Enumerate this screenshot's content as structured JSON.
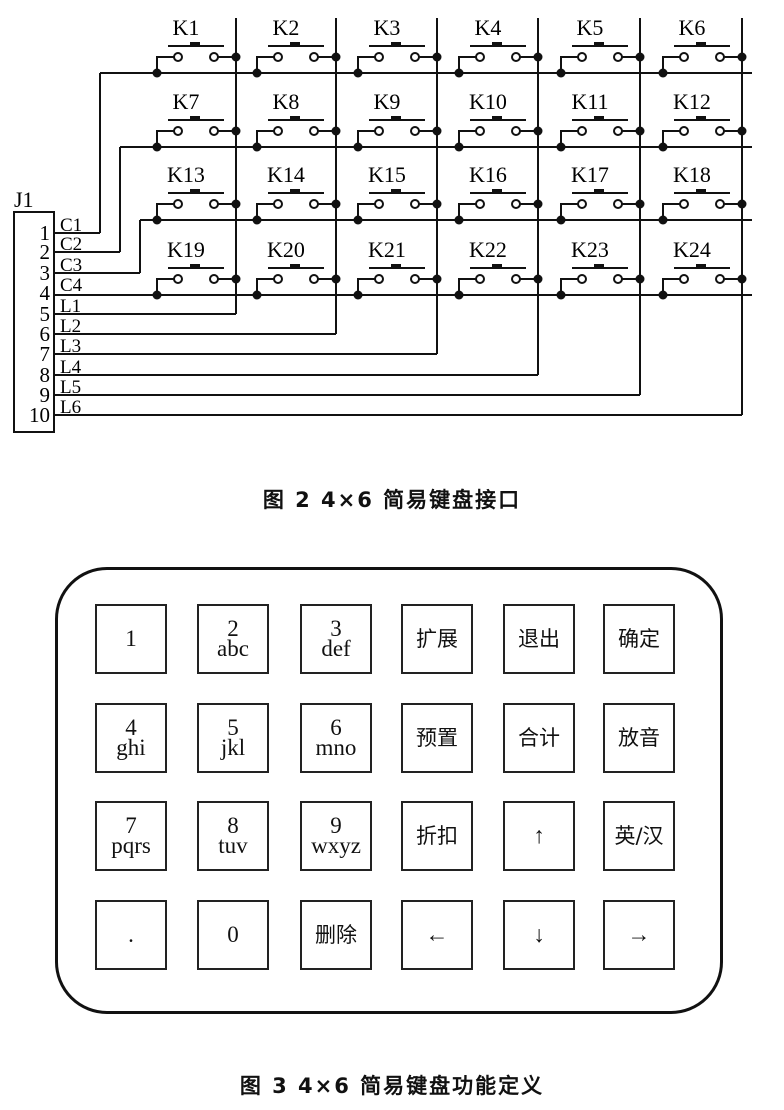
{
  "figure2": {
    "caption": "图 2   4×6 简易键盘接口",
    "connector_label": "J1",
    "pins": [
      "1",
      "2",
      "3",
      "4",
      "5",
      "6",
      "7",
      "8",
      "9",
      "10"
    ],
    "pin_signals": [
      "C1",
      "C2",
      "C3",
      "C4",
      "L1",
      "L2",
      "L3",
      "L4",
      "L5",
      "L6"
    ],
    "switches": [
      "K1",
      "K2",
      "K3",
      "K4",
      "K5",
      "K6",
      "K7",
      "K8",
      "K9",
      "K10",
      "K11",
      "K12",
      "K13",
      "K14",
      "K15",
      "K16",
      "K17",
      "K18",
      "K19",
      "K20",
      "K21",
      "K22",
      "K23",
      "K24"
    ]
  },
  "figure3": {
    "caption": "图 3   4×6 简易键盘功能定义",
    "keys": [
      {
        "top": "1",
        "bottom": ""
      },
      {
        "top": "2",
        "bottom": "abc"
      },
      {
        "top": "3",
        "bottom": "def"
      },
      {
        "top": "",
        "bottom": "扩展"
      },
      {
        "top": "",
        "bottom": "退出"
      },
      {
        "top": "",
        "bottom": "确定"
      },
      {
        "top": "4",
        "bottom": "ghi"
      },
      {
        "top": "5",
        "bottom": "jkl"
      },
      {
        "top": "6",
        "bottom": "mno"
      },
      {
        "top": "",
        "bottom": "预置"
      },
      {
        "top": "",
        "bottom": "合计"
      },
      {
        "top": "",
        "bottom": "放音"
      },
      {
        "top": "7",
        "bottom": "pqrs"
      },
      {
        "top": "8",
        "bottom": "tuv"
      },
      {
        "top": "9",
        "bottom": "wxyz"
      },
      {
        "top": "",
        "bottom": "折扣"
      },
      {
        "top": "",
        "bottom": "↑"
      },
      {
        "top": "",
        "bottom": "英/汉"
      },
      {
        "top": "",
        "bottom": "."
      },
      {
        "top": "0",
        "bottom": ""
      },
      {
        "top": "",
        "bottom": "删除"
      },
      {
        "top": "",
        "bottom": "←"
      },
      {
        "top": "",
        "bottom": "↓"
      },
      {
        "top": "",
        "bottom": "→"
      }
    ]
  }
}
